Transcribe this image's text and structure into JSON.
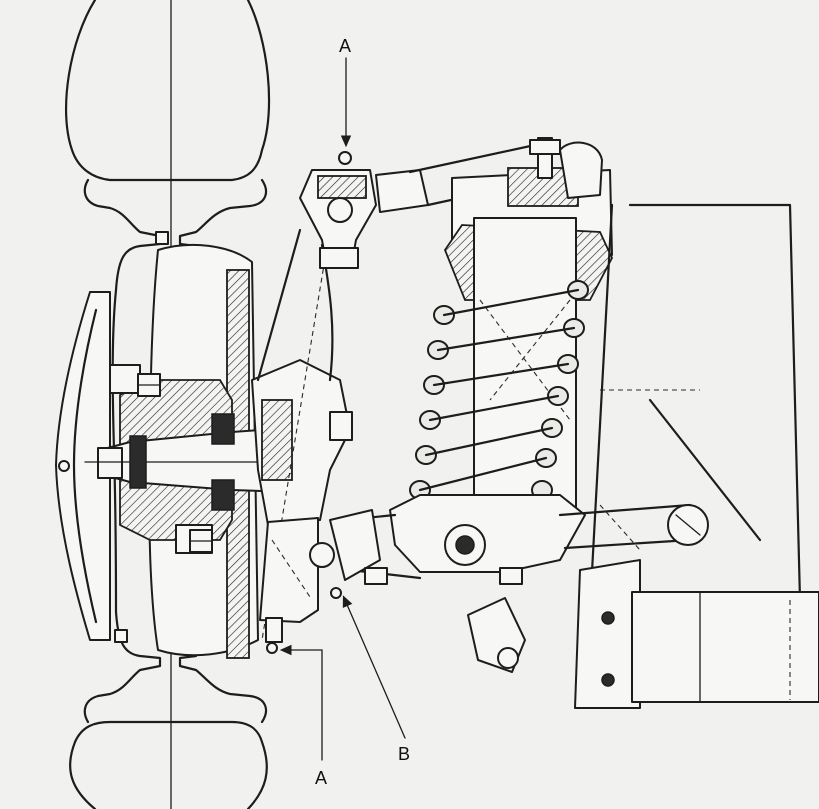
{
  "labels": {
    "top_a": "A",
    "bottom_a": "A",
    "bottom_b": "B"
  },
  "colors": {
    "ink": "#1d1d1d",
    "paper": "#f1f1ef"
  }
}
